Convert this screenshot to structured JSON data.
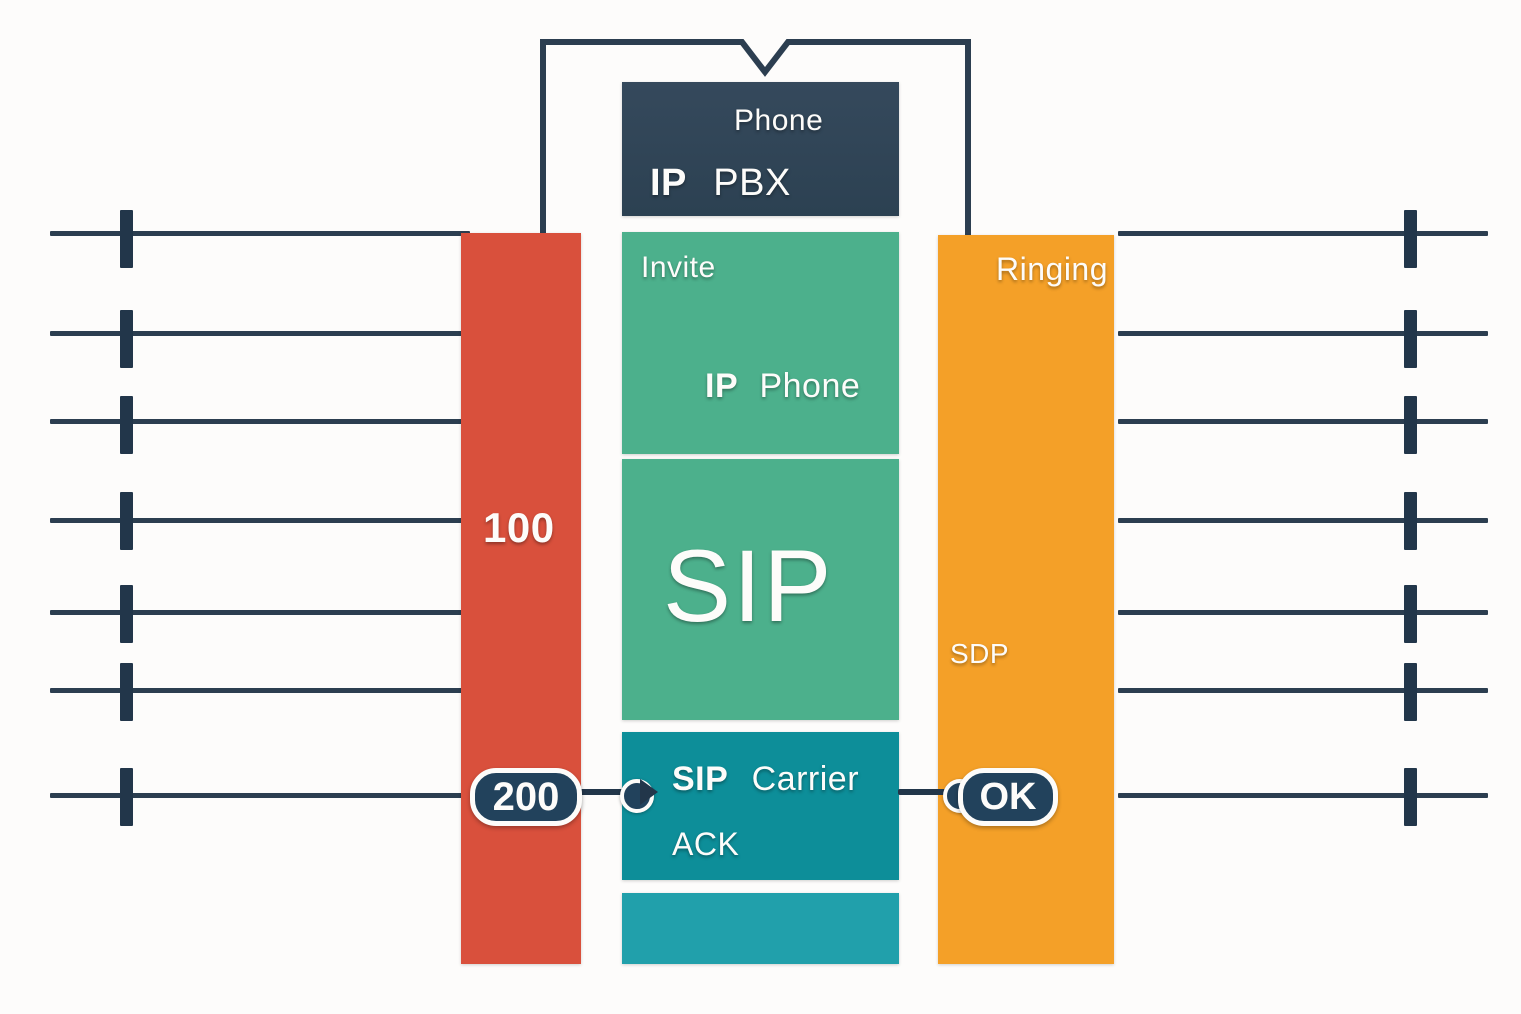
{
  "diagram": {
    "title_hidden": "SIP call flow between IP Phone, IP PBX and SIP Carrier",
    "background_color": "#fdfcfb",
    "line_color": "#2c3e50"
  },
  "columns": {
    "left_column": {
      "name": "IP PBX stack",
      "color": "#d9503c",
      "label": "100"
    },
    "center_column": {
      "blocks": [
        {
          "name": "ip-pbx-header",
          "color": "#2f4457",
          "lines": [
            {
              "text": "Phone",
              "weight": "normal",
              "size": 30
            },
            {
              "bold": "IP",
              "normal": "PBX",
              "size": 38
            }
          ]
        },
        {
          "name": "invite-block",
          "color": "#4cb08c",
          "lines": [
            {
              "text": "Invite",
              "weight": "normal",
              "size": 30
            },
            {
              "bold": "IP",
              "normal": "Phone",
              "size": 34
            }
          ]
        },
        {
          "name": "sip-block",
          "color": "#4cb08c",
          "lines": [
            {
              "text": "SIP",
              "weight": "normal",
              "size": 100
            }
          ]
        },
        {
          "name": "sip-carrier-block",
          "color": "#0d8e99",
          "lines": [
            {
              "bold": "SIP",
              "normal": "Carrier",
              "size": 34
            },
            {
              "text": "ACK",
              "weight": "normal",
              "size": 32
            }
          ]
        },
        {
          "name": "footer-block",
          "color": "#21a0ab",
          "lines": []
        }
      ]
    },
    "right_column": {
      "name": "SIP carrier stack",
      "color": "#f4a028",
      "labels": [
        {
          "text": "Ringing",
          "size": 32
        },
        {
          "text": "SDP",
          "size": 28
        }
      ]
    }
  },
  "badges": [
    {
      "name": "response-100",
      "text": "100",
      "style": "plain-on-red"
    },
    {
      "name": "response-200",
      "text": "200",
      "style": "pill"
    },
    {
      "name": "response-ok",
      "text": "OK",
      "style": "pill"
    }
  ],
  "timeline": {
    "left_line_count": 7,
    "right_line_count": 7,
    "left_rows_y": [
      233,
      332,
      388,
      468,
      546,
      610,
      688,
      790
    ],
    "tick_color": "#22364a"
  }
}
